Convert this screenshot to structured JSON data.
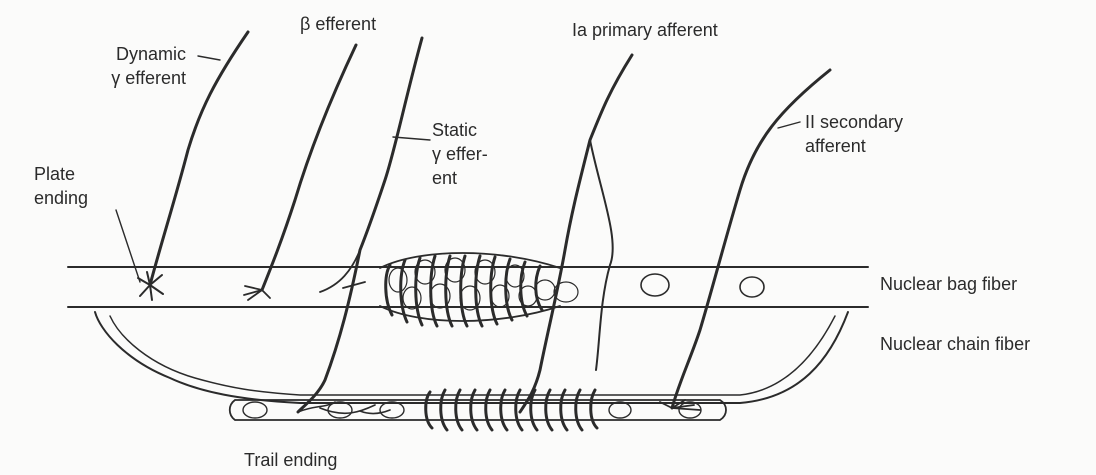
{
  "labels": {
    "dynamic_gamma_efferent_line1": "Dynamic",
    "dynamic_gamma_efferent_line2": "γ efferent",
    "beta_efferent": "β efferent",
    "ia_primary_afferent": "Ia primary afferent",
    "static_gamma_efferent_line1": "Static",
    "static_gamma_efferent_line2": "γ effer-",
    "static_gamma_efferent_line3": "ent",
    "ii_secondary_afferent_line1": "II secondary",
    "ii_secondary_afferent_line2": "afferent",
    "plate_ending_line1": "Plate",
    "plate_ending_line2": "ending",
    "nuclear_bag_fiber": "Nuclear bag fiber",
    "nuclear_chain_fiber": "Nuclear chain fiber",
    "trail_ending": "Trail ending"
  },
  "colors": {
    "ink": "#2b2b2b",
    "paper": "#fbfbfa"
  }
}
